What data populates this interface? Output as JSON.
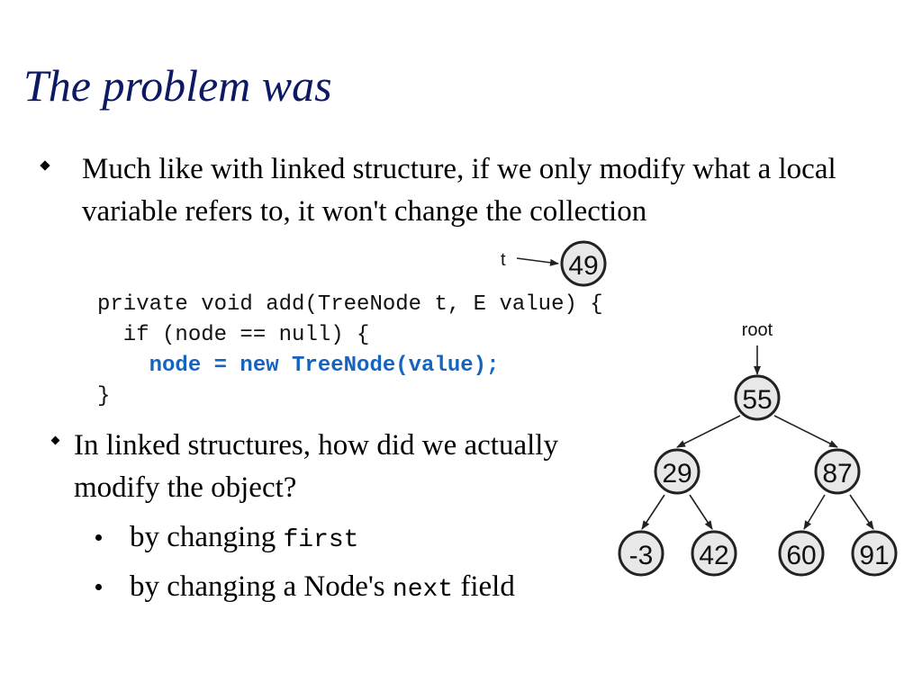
{
  "slide": {
    "title": "The problem was",
    "bullet1": "Much like with linked structure, if we only modify what a local variable refers to, it won't change the collection",
    "code": {
      "line1": "private void add(TreeNode t, E value) {",
      "line2": "  if (node == null) {",
      "line3_indent": "    ",
      "line3": "node = new TreeNode(value);",
      "line4": "}"
    },
    "bullet2": "In  linked structures, how did we actually modify the object?",
    "sub1": {
      "prefix": "by changing ",
      "code": "first"
    },
    "sub2": {
      "prefix": "by changing a Node's ",
      "code": "next",
      "suffix": " field"
    }
  },
  "diagram": {
    "t_label": "t",
    "t_node": "49",
    "root_label": "root",
    "nodes": {
      "root": "55",
      "left": "29",
      "right": "87",
      "ll": "-3",
      "lr": "42",
      "rl": "60",
      "rr": "91"
    }
  },
  "colors": {
    "title": "#0d1a63",
    "code_highlight": "#1565c0",
    "node_fill": "#e8e8e8",
    "node_stroke": "#222222"
  }
}
